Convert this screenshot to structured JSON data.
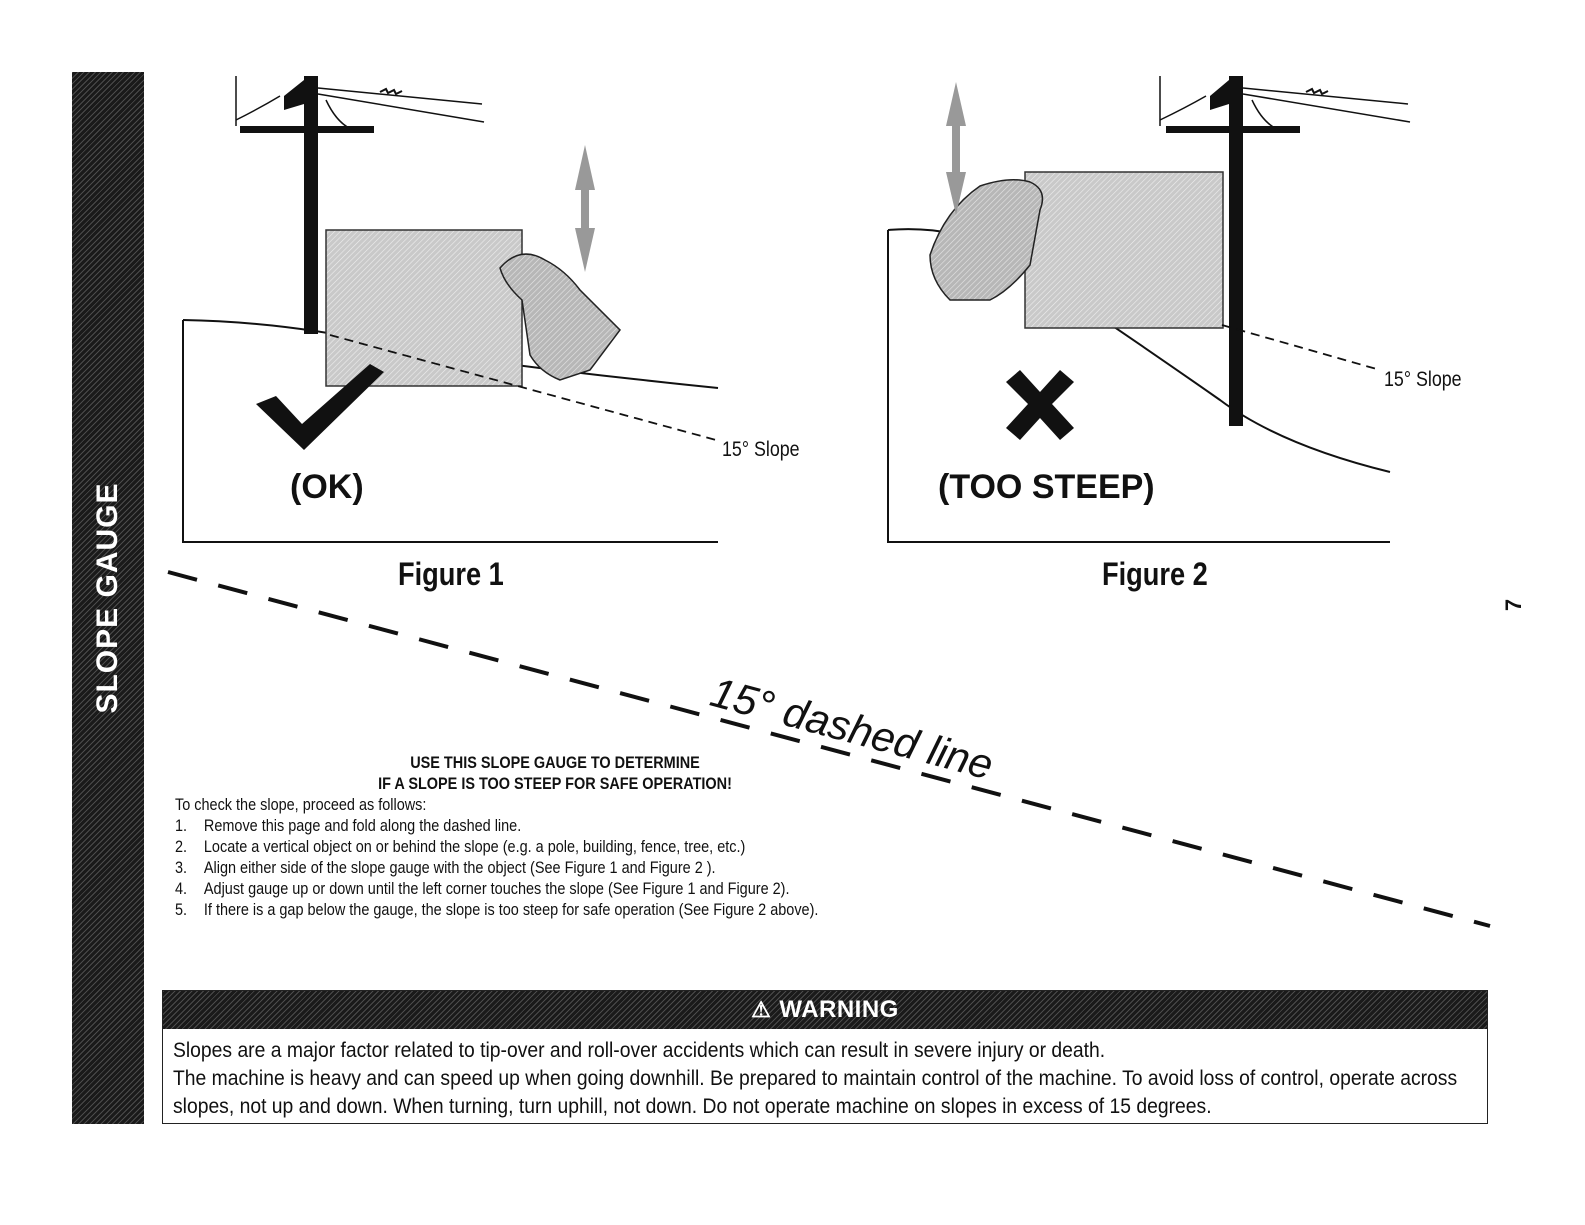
{
  "sidebar": {
    "label": "SLOPE GAUGE"
  },
  "page_number": "7",
  "figure1": {
    "caption": "Figure 1",
    "verdict": "(OK)",
    "slope_label": "15° Slope"
  },
  "figure2": {
    "caption": "Figure 2",
    "verdict": "(TOO STEEP)",
    "slope_label": "15° Slope"
  },
  "dashed_line_label": "15° dashed line",
  "instructions": {
    "heading_line1": "USE THIS SLOPE GAUGE TO DETERMINE",
    "heading_line2": "IF A SLOPE IS TOO STEEP FOR SAFE OPERATION!",
    "intro": "To check the slope, proceed as follows:",
    "steps": [
      {
        "num": "1.",
        "text": "Remove this page and fold along the dashed line."
      },
      {
        "num": "2.",
        "text": "Locate a vertical object on or behind the slope (e.g. a pole, building, fence,  tree, etc.)"
      },
      {
        "num": "3.",
        "text": "Align either side of the slope gauge with the object (See Figure 1 and Figure 2 )."
      },
      {
        "num": "4.",
        "text": "Adjust gauge up or down until the left corner touches the slope (See Figure 1 and Figure 2)."
      },
      {
        "num": "5.",
        "text": "If there is a gap below the gauge, the slope is too steep for safe operation (See Figure 2 above)."
      }
    ]
  },
  "warning": {
    "title": "WARNING",
    "icon": "warning-triangle-icon",
    "line1": "Slopes are a major factor related to tip-over and roll-over accidents which can result in severe injury or death.",
    "line2": "The machine is heavy and can speed up when going downhill. Be prepared to maintain control of the machine. To avoid loss of control, operate across",
    "line3": "slopes, not up and down. When turning, turn uphill, not down. Do not operate machine on slopes in excess of 15 degrees."
  },
  "colors": {
    "ok": "#1a1a1a",
    "bar": "#1a1a1a",
    "gauge": "#bdbdbd"
  }
}
